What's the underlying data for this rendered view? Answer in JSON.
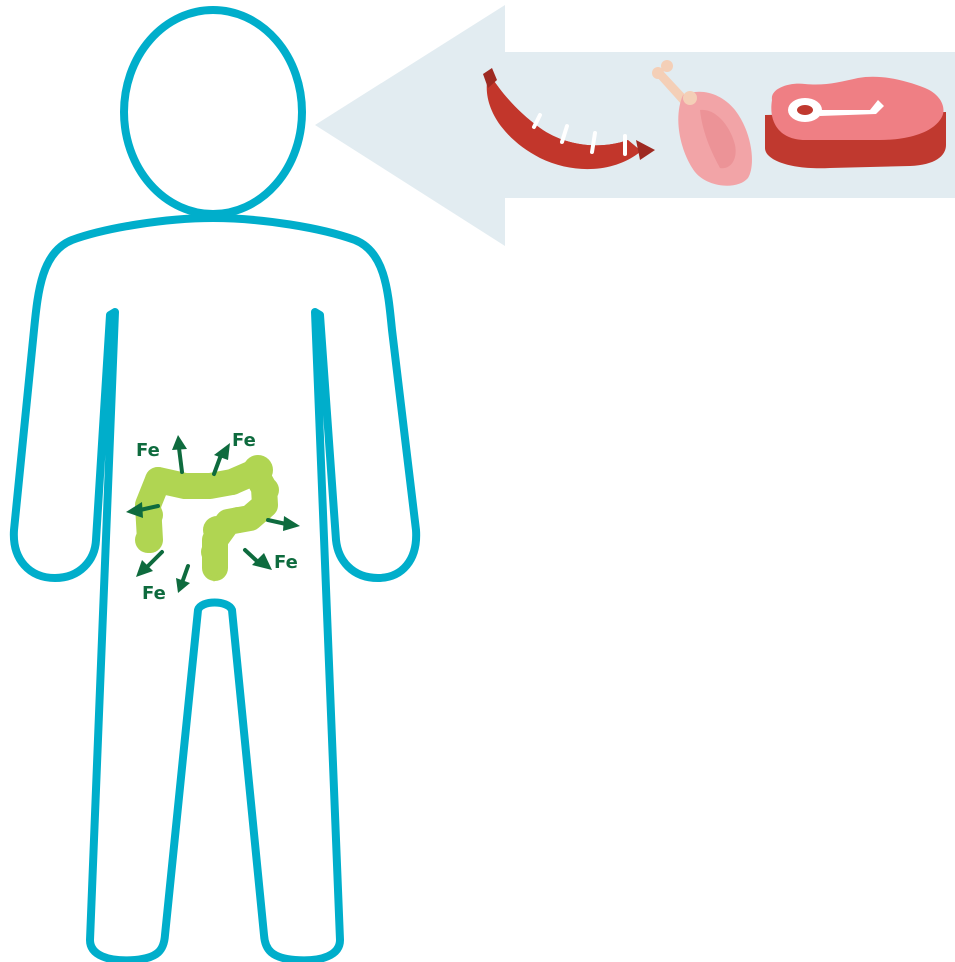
{
  "colors": {
    "body_outline": "#00AECB",
    "arrow_bg": "#E2ECF1",
    "colon": "#B0D552",
    "iron_arrow": "#0E6B3E",
    "fe_text": "#0E6B3E",
    "sausage": "#C2362B",
    "sausage_dark": "#9E2A22",
    "chicken": "#F2A4A7",
    "chicken_bone": "#F4CFB7",
    "steak_top": "#EF7F84",
    "steak_side": "#C0392F"
  },
  "icons": [
    "human-body-outline-icon",
    "colon-icon",
    "sausage-icon",
    "chicken-leg-icon",
    "steak-icon",
    "large-arrow-icon"
  ],
  "labels": {
    "fe_1": "Fe",
    "fe_2": "Fe",
    "fe_3": "Fe",
    "fe_4": "Fe"
  }
}
